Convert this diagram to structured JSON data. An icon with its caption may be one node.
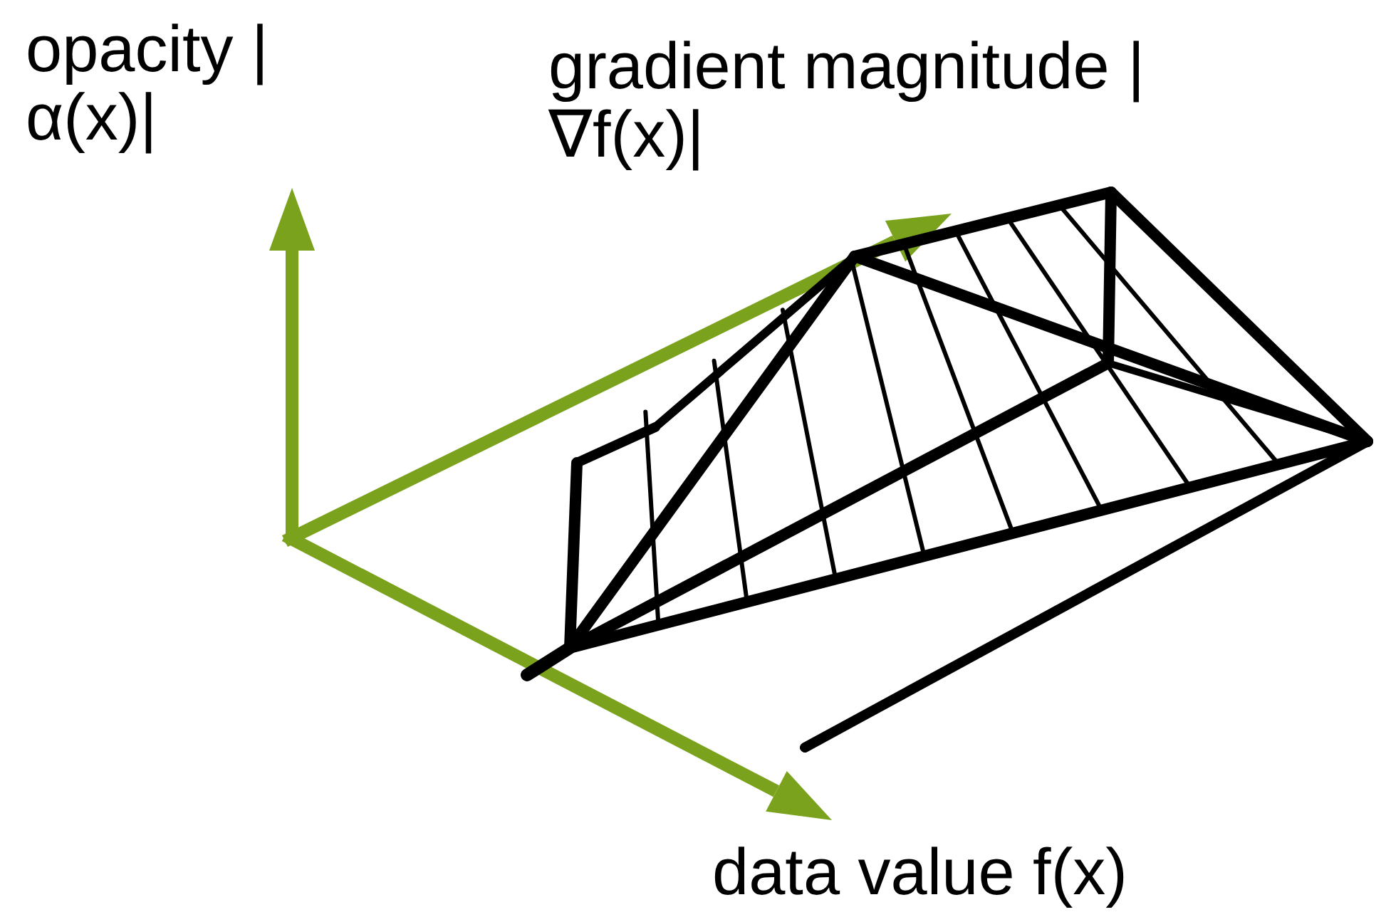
{
  "diagram": {
    "labels": [
      "opacity |α(x)|",
      "gradient magnitude |∇f(x)|",
      "data value f(x)"
    ]
  }
}
